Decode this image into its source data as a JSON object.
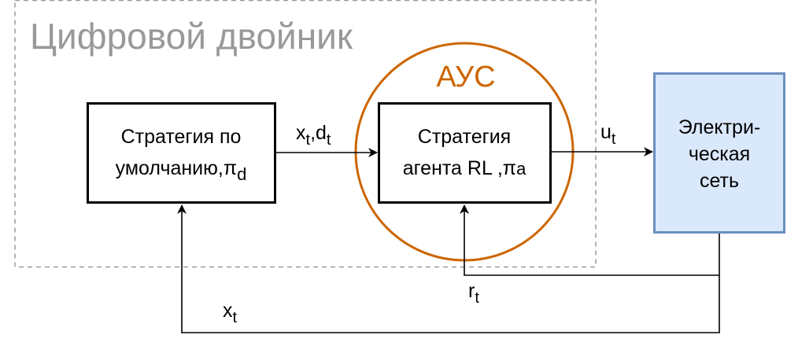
{
  "colors": {
    "group_border": "#9a9a9a",
    "group_title": "#999999",
    "circle_stroke": "#cc6600",
    "circle_label": "#cc6600",
    "box_stroke": "#000000",
    "grid_box_fill": "#dae8fc",
    "grid_box_stroke": "#6c8ebf",
    "edge": "#000000"
  },
  "digital_twin": {
    "title": "Цифровой двойник"
  },
  "aus": {
    "label": "АУС"
  },
  "default_strategy": {
    "line1": "Стратегия по",
    "line2_main": "умолчанию,π",
    "line2_sub": "d"
  },
  "agent_strategy": {
    "line1": "Стратегия",
    "line2_main": "агента RL ,π",
    "line2_sub": "a"
  },
  "power_grid": {
    "line1": "Электри-",
    "line2": "ческая",
    "line3": "сеть"
  },
  "edges": {
    "state_demand": {
      "x": "x",
      "x_sub": "t",
      "sep": ",",
      "d": "d",
      "d_sub": "t"
    },
    "control": {
      "u": "u",
      "u_sub": "t"
    },
    "reward": {
      "r": "r",
      "r_sub": "t"
    },
    "state_feedback": {
      "x": "x",
      "x_sub": "t"
    }
  }
}
